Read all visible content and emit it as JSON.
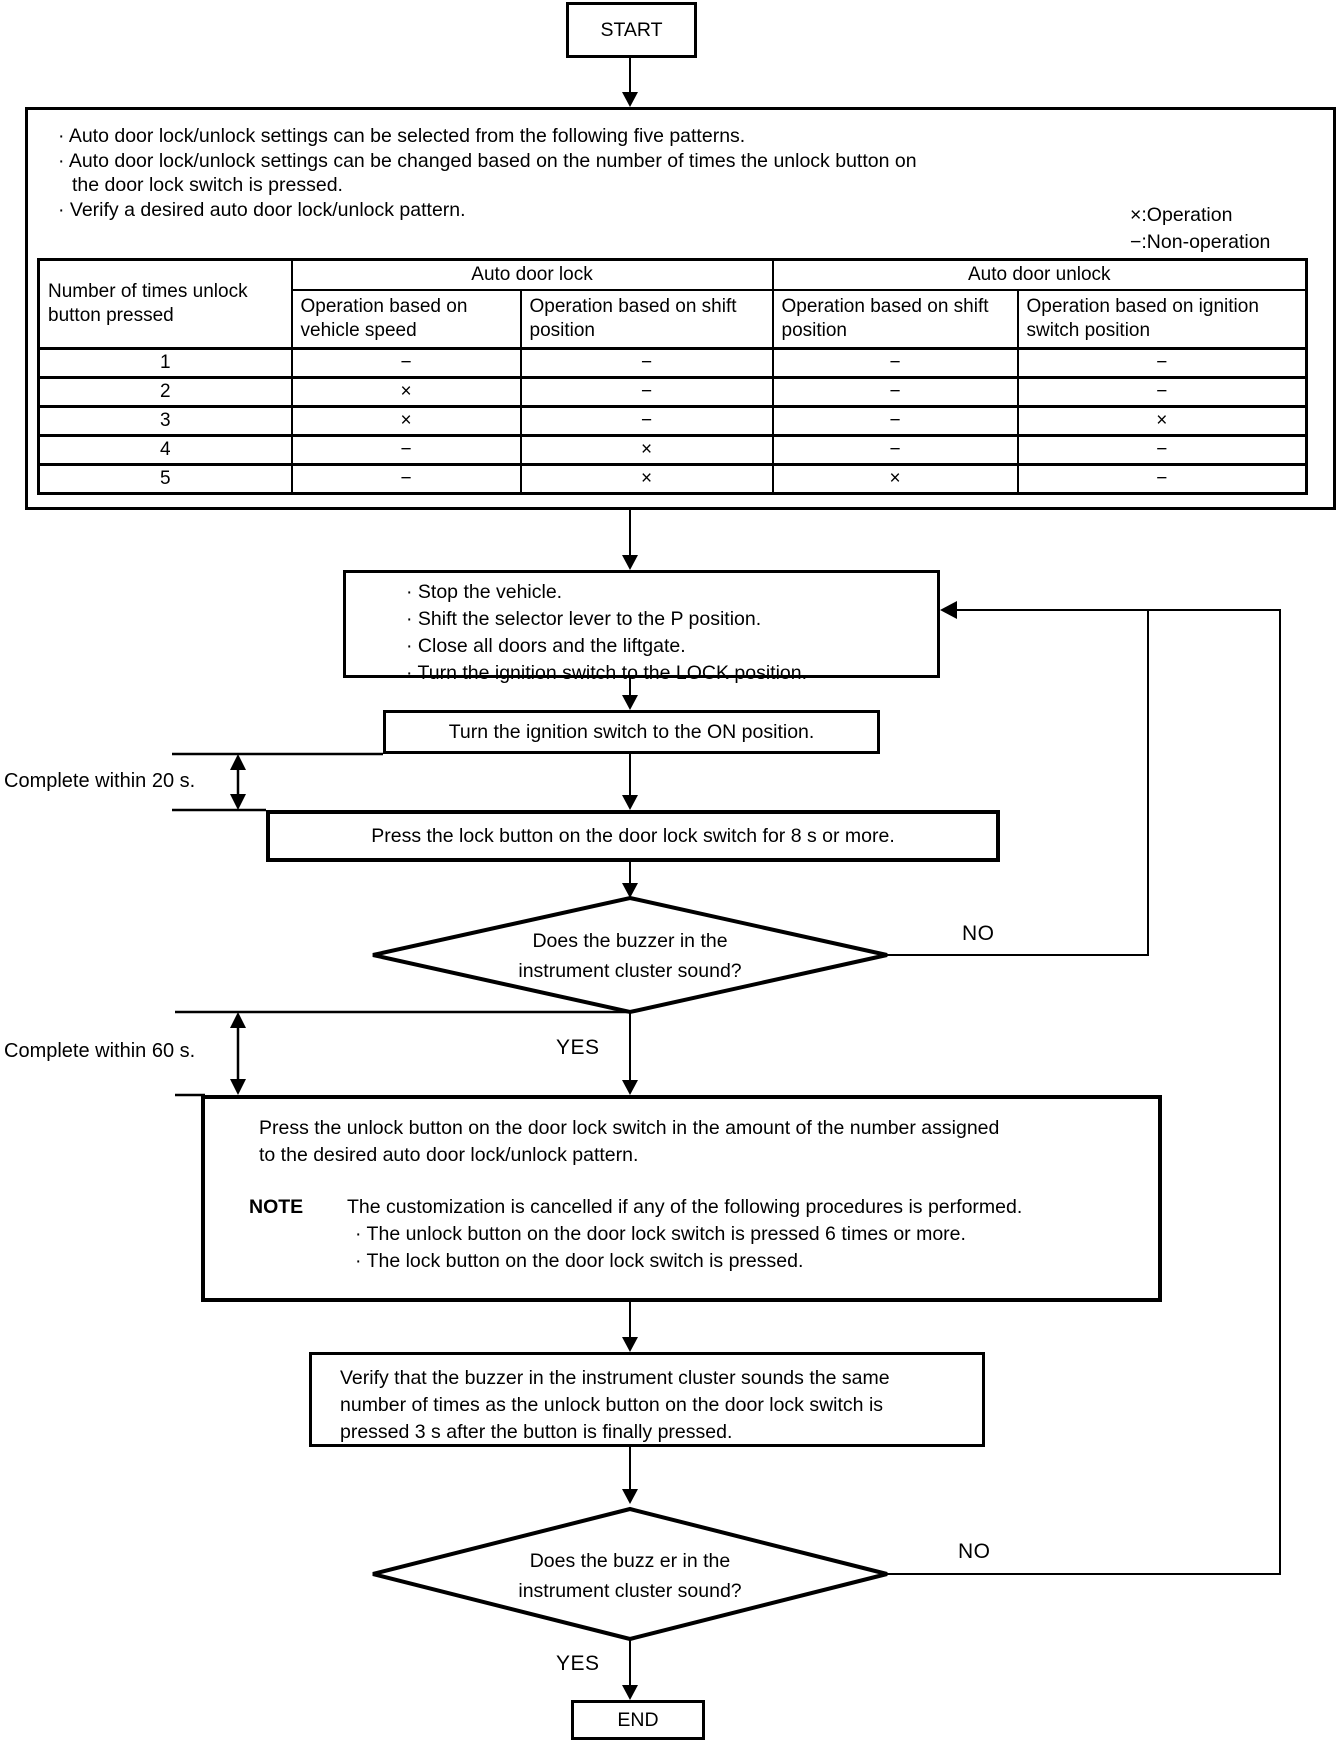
{
  "start_label": "START",
  "end_label": "END",
  "intro": {
    "bullet_1": "· Auto door lock/unlock settings can be selected from the following five patterns.",
    "bullet_2": "· Auto door lock/unlock settings can be changed based on the number of times the unlock button on",
    "bullet_2_cont": "the door lock switch is pressed.",
    "bullet_3": "· Verify a desired auto door lock/unlock pattern.",
    "legend_operation": "×:Operation",
    "legend_non_operation": "−:Non-operation"
  },
  "table": {
    "col1_header": "Number of times unlock button pressed",
    "group_lock": "Auto door lock",
    "group_unlock": "Auto door unlock",
    "sub_headers": [
      "Operation based on vehicle speed",
      "Operation based on shift position",
      "Operation based on shift position",
      "Operation based on ignition switch position"
    ],
    "rows": [
      {
        "n": "1",
        "values": [
          "−",
          "−",
          "−",
          "−"
        ]
      },
      {
        "n": "2",
        "values": [
          "×",
          "−",
          "−",
          "−"
        ]
      },
      {
        "n": "3",
        "values": [
          "×",
          "−",
          "−",
          "×"
        ]
      },
      {
        "n": "4",
        "values": [
          "−",
          "×",
          "−",
          "−"
        ]
      },
      {
        "n": "5",
        "values": [
          "−",
          "×",
          "×",
          "−"
        ]
      }
    ]
  },
  "prepare": {
    "bullet_1": "· Stop the vehicle.",
    "bullet_2": "· Shift the selector lever to the P position.",
    "bullet_3": "· Close all doors and the liftgate.",
    "bullet_4": "· Turn the ignition switch to the LOCK position."
  },
  "step_ignition_on": "Turn the ignition switch to the ON position.",
  "step_press_lock": "Press the lock button on the door lock switch for 8 s or more.",
  "bracket_20": "Complete within 20 s.",
  "bracket_60": "Complete within 60 s.",
  "decision1": {
    "line1": "Does the buzzer in the",
    "line2": "instrument cluster sound?",
    "yes": "YES",
    "no": "NO"
  },
  "press_unlock": {
    "line1": "Press the unlock button on the door lock switch in the amount of the number assigned",
    "line2": "to the desired auto door lock/unlock pattern.",
    "note_label": "NOTE",
    "note_text": "The customization is cancelled if any of the following procedures is performed.",
    "note_bullet_1": "· The unlock button on the door lock switch is pressed 6 times or more.",
    "note_bullet_2": "· The lock button on the door lock switch is pressed."
  },
  "verify": {
    "line1": "Verify that the buzzer in the instrument cluster sounds the same",
    "line2": "number of times as the unlock button on the door lock switch is",
    "line3": "pressed 3 s after the button is finally pressed."
  },
  "decision2": {
    "line1": "Does the buzz er in the",
    "line2": "instrument cluster sound?",
    "yes": "YES",
    "no": "NO"
  }
}
